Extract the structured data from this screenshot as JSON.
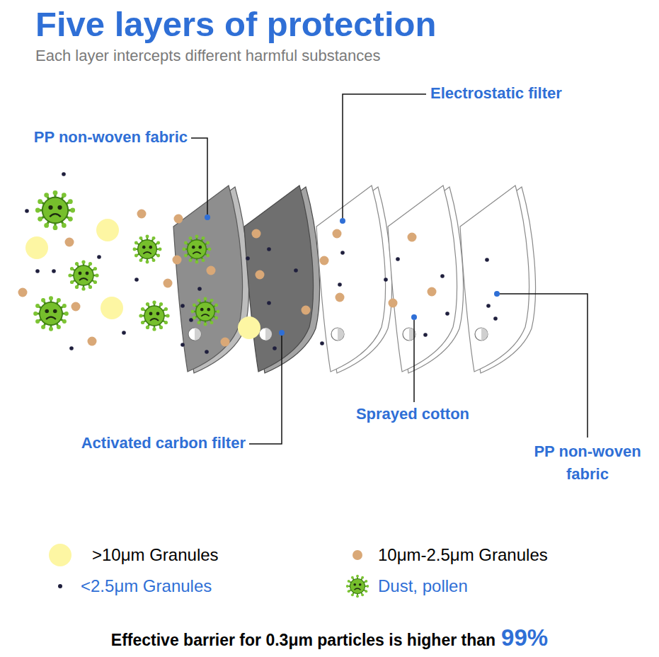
{
  "diagram": {
    "title": "Five layers of protection",
    "labels": [
      "Each layer intercepts different harmful substances",
      "PP non-woven fabric",
      "Electrostatic filter",
      "Activated carbon filter",
      "Sprayed cotton",
      "PP non-woven fabric",
      "Effective barrier for 0.3μm particles is higher than",
      "99%"
    ],
    "legend": [
      {
        "text": ">10μm Granules",
        "color": "#fdf6a3"
      },
      {
        "text": "10μm-2.5μm Granules",
        "color": "#d9a877"
      },
      {
        "text": "<2.5μm Granules",
        "color": "#1f1f3d"
      },
      {
        "text": "Dust, pollen"
      }
    ]
  }
}
